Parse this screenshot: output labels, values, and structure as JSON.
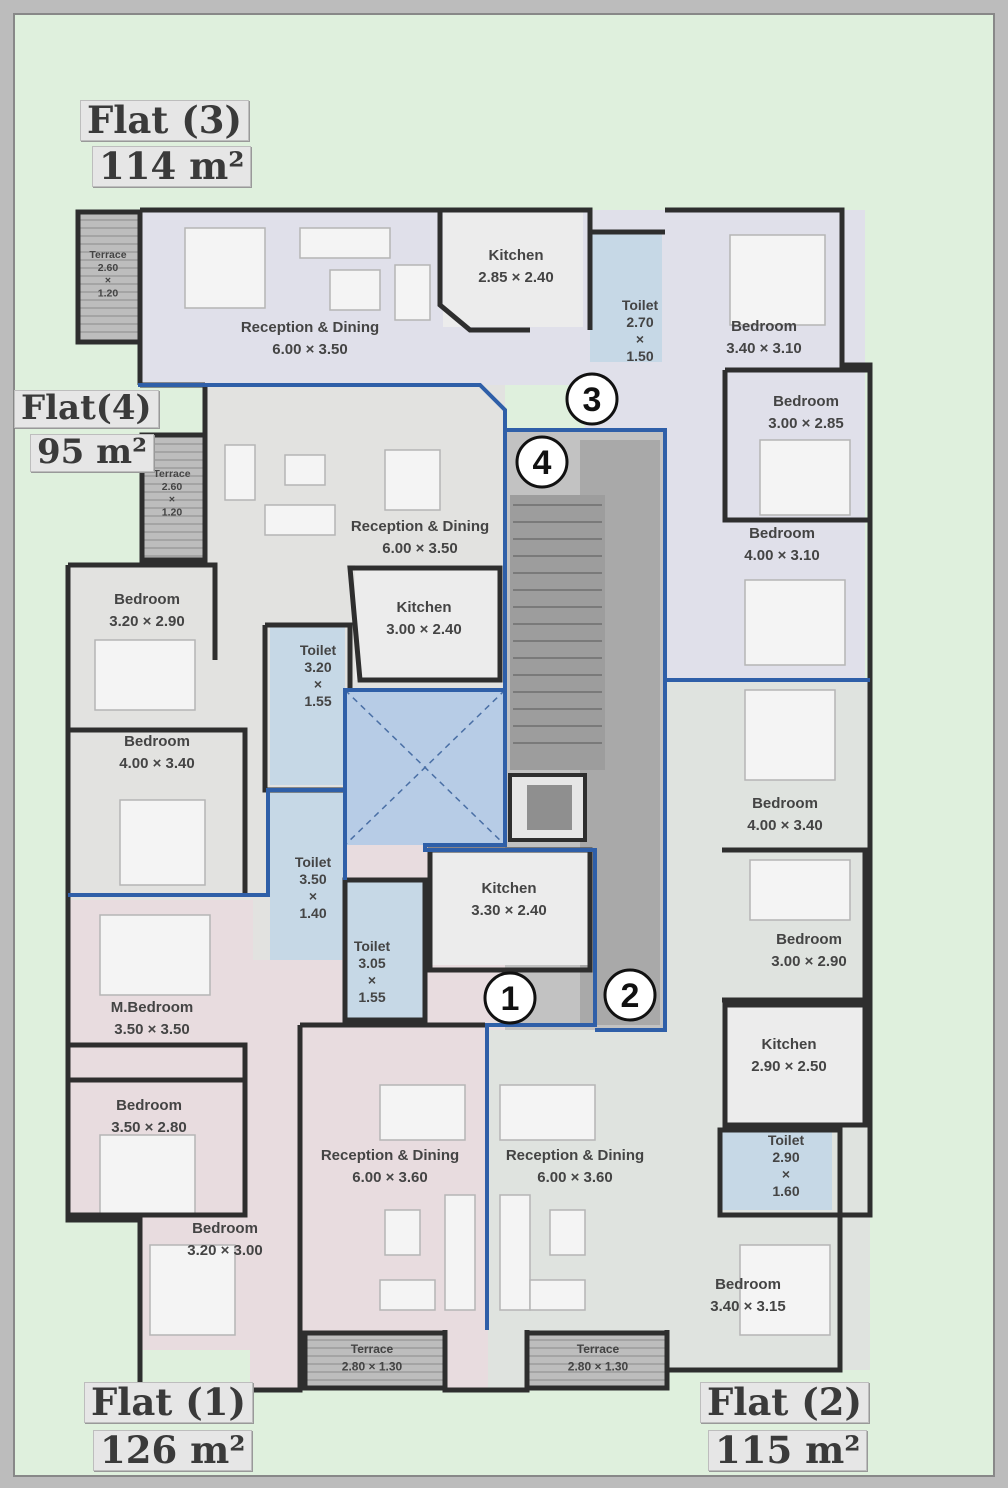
{
  "flats": [
    {
      "name": "Flat (3)",
      "area": "114 m²"
    },
    {
      "name": "Flat(4)",
      "area": "95 m²"
    },
    {
      "name": "Flat (1)",
      "area": "126 m²"
    },
    {
      "name": "Flat (2)",
      "area": "115 m²"
    }
  ],
  "rooms": {
    "f3_terrace": {
      "name": "Terrace",
      "dim1": "2.60",
      "dim2": "×",
      "dim3": "1.20"
    },
    "f3_reception": {
      "name": "Reception & Dining",
      "dim": "6.00 × 3.50"
    },
    "f3_kitchen": {
      "name": "Kitchen",
      "dim": "2.85 × 2.40"
    },
    "f3_toilet": {
      "name": "Toilet",
      "dim1": "2.70",
      "dim2": "×",
      "dim3": "1.50"
    },
    "f3_bedroom1": {
      "name": "Bedroom",
      "dim": "3.40 × 3.10"
    },
    "f3_bedroom2": {
      "name": "Bedroom",
      "dim": "3.00 × 2.85"
    },
    "f3_bedroom3": {
      "name": "Bedroom",
      "dim": "4.00 × 3.10"
    },
    "f4_terrace": {
      "name": "Terrace",
      "dim1": "2.60",
      "dim2": "×",
      "dim3": "1.20"
    },
    "f4_reception": {
      "name": "Reception & Dining",
      "dim": "6.00 × 3.50"
    },
    "f4_kitchen": {
      "name": "Kitchen",
      "dim": "3.00 × 2.40"
    },
    "f4_bedroom1": {
      "name": "Bedroom",
      "dim": "3.20 × 2.90"
    },
    "f4_toilet": {
      "name": "Toilet",
      "dim1": "3.20",
      "dim2": "×",
      "dim3": "1.55"
    },
    "f4_bedroom2": {
      "name": "Bedroom",
      "dim": "4.00 × 3.40"
    },
    "f4_toilet2": {
      "name": "Toilet",
      "dim1": "3.50",
      "dim2": "×",
      "dim3": "1.40"
    },
    "f1_toilet": {
      "name": "Toilet",
      "dim1": "3.05",
      "dim2": "×",
      "dim3": "1.55"
    },
    "f1_kitchen": {
      "name": "Kitchen",
      "dim": "3.30 × 2.40"
    },
    "f1_mbedroom": {
      "name": "M.Bedroom",
      "dim": "3.50 × 3.50"
    },
    "f1_bedroom1": {
      "name": "Bedroom",
      "dim": "3.50 × 2.80"
    },
    "f1_bedroom2": {
      "name": "Bedroom",
      "dim": "3.20 × 3.00"
    },
    "f1_reception": {
      "name": "Reception & Dining",
      "dim": "6.00 × 3.60"
    },
    "f1_terrace": {
      "name": "Terrace",
      "dim": "2.80 × 1.30"
    },
    "f2_reception": {
      "name": "Reception & Dining",
      "dim": "6.00 × 3.60"
    },
    "f2_terrace": {
      "name": "Terrace",
      "dim": "2.80 × 1.30"
    },
    "f2_bedroom1": {
      "name": "Bedroom",
      "dim": "4.00 × 3.40"
    },
    "f2_bedroom2": {
      "name": "Bedroom",
      "dim": "3.00 × 2.90"
    },
    "f2_kitchen": {
      "name": "Kitchen",
      "dim": "2.90 × 2.50"
    },
    "f2_toilet": {
      "name": "Toilet",
      "dim1": "2.90",
      "dim2": "×",
      "dim3": "1.60"
    },
    "f2_bedroom3": {
      "name": "Bedroom",
      "dim": "3.40 × 3.15"
    }
  },
  "entrances": [
    "1",
    "2",
    "3",
    "4"
  ],
  "colors": {
    "garden": "#dff0dd",
    "flat1": "#e8dcdf",
    "flat2": "#dfe3df",
    "flat3": "#e0e0ea",
    "flat4": "#e2e2e0",
    "core": "#bdbdbd",
    "shaft": "#b7cce6",
    "boundary": "#2f5fa8",
    "wall": "#2e2e2e"
  }
}
